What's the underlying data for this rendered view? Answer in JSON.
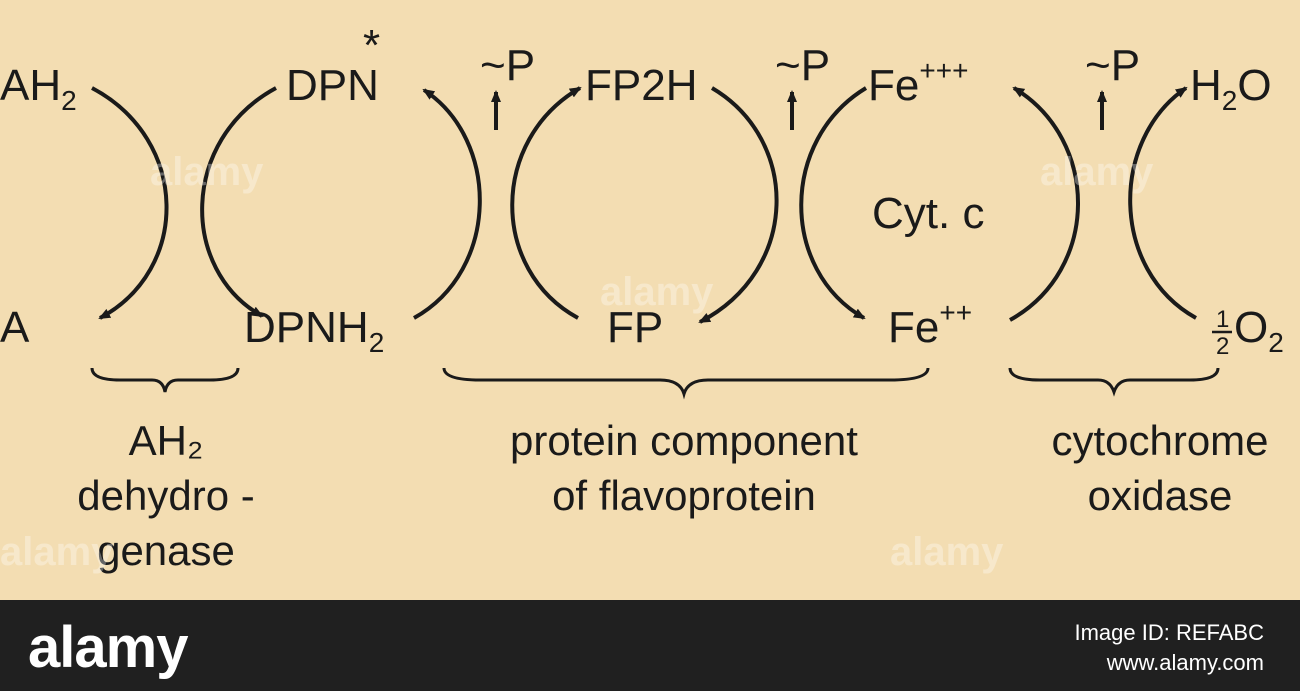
{
  "diagram": {
    "top": {
      "ah2": "AH",
      "ah2_sub": "2",
      "dpn": "DPN",
      "dpn_mark": "*",
      "fp2h": "FP2H",
      "fe3": "Fe",
      "fe3_sup": "+++",
      "h2o_h": "H",
      "h2o_sub": "2",
      "h2o_o": "O",
      "p1": "~P",
      "p2": "~P",
      "p3": "~P"
    },
    "middle": {
      "cyt": "Cyt. c"
    },
    "bottom": {
      "a": "A",
      "dpnh2": "DPNH",
      "dpnh2_sub": "2",
      "fp": "FP",
      "fe2": "Fe",
      "fe2_sup": "++",
      "half_num": "1",
      "half_den": "2",
      "o2": "O",
      "o2_sub": "2"
    },
    "captions": {
      "left": [
        "AH₂",
        "dehydro -",
        "genase"
      ],
      "middle": [
        "protein component",
        "of flavoprotein"
      ],
      "right": [
        "cytochrome",
        "oxidase"
      ]
    }
  },
  "watermark": "alamy",
  "footer": {
    "logo": "alamy",
    "image_id": "Image ID: REFABC",
    "site": "www.alamy.com"
  }
}
